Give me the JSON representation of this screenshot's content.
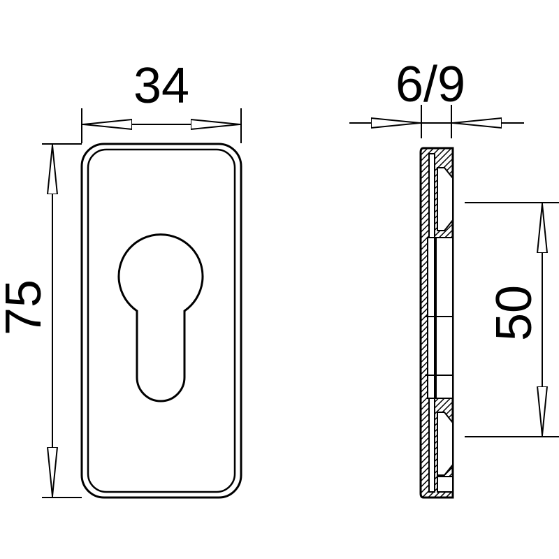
{
  "drawing": {
    "front_view": {
      "width_label": "34",
      "height_label": "75"
    },
    "side_view": {
      "thickness_label": "6/9",
      "spacing_label": "50"
    }
  }
}
